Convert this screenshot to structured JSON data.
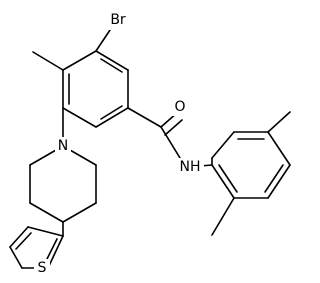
{
  "structure": {
    "atoms": {
      "br": "Br",
      "n_ring": "N",
      "o_carbonyl": "O",
      "nh": "NH",
      "s_thiophene": "S"
    }
  },
  "colors": {
    "bond": "#000000",
    "background": "#ffffff"
  }
}
